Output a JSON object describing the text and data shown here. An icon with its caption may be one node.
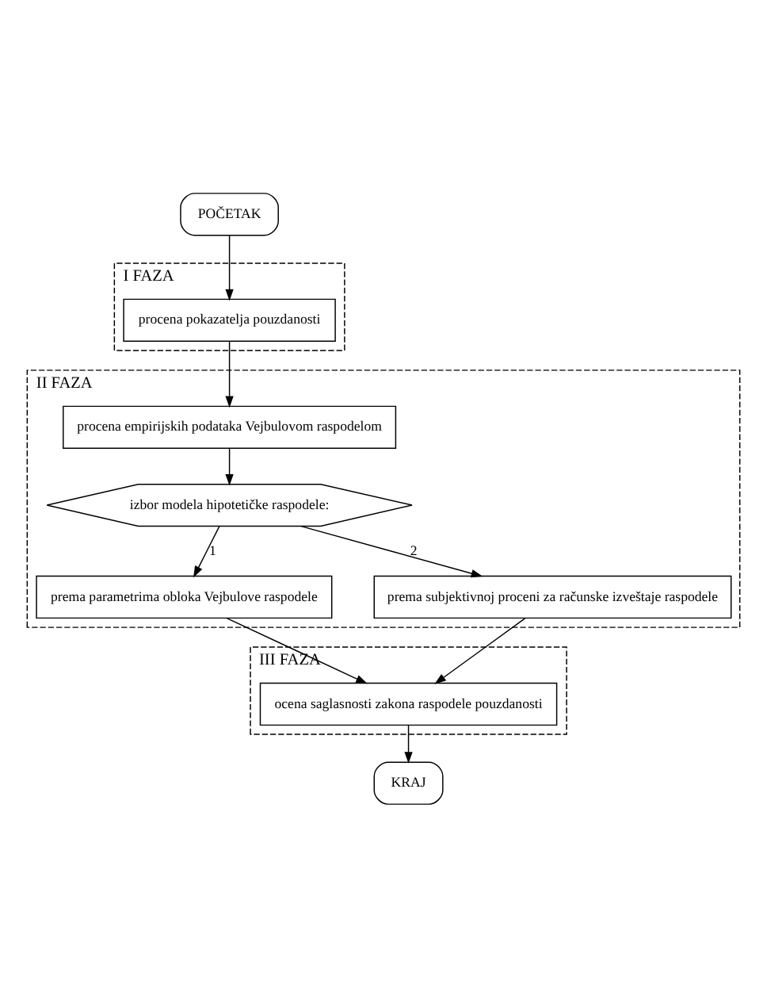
{
  "diagram": {
    "nodes": [
      {
        "text": [
          "POČETAK"
        ]
      },
      {
        "text": [
          "I FAZA"
        ]
      },
      {
        "text": [
          "procena pokazatelja pouzdanosti"
        ],
        "in": 1
      },
      {
        "text": [
          "II FAZA"
        ]
      },
      {
        "text": [
          "procena empirijskih podataka Vejbulovom raspodelom"
        ],
        "in": 3
      },
      {
        "text": [
          "izbor modela hipotetičke raspodele:"
        ],
        "in": 3
      },
      {
        "text": [
          "prema parametrima obloka Vejbulove raspodele"
        ],
        "in": 3
      },
      {
        "text": [
          "prema subjektivnoj proceni za računske izveštaje raspodele"
        ],
        "in": 3
      },
      {
        "text": [
          "III FAZA"
        ]
      },
      {
        "text": [
          "ocena saglasnosti zakona raspodele pouzdanosti"
        ],
        "in": 8
      },
      {
        "text": [
          "KRAJ"
        ]
      }
    ],
    "edges": [
      {
        "from": 0,
        "to": 2,
        "arrow": "to"
      },
      {
        "from": 2,
        "to": 4,
        "arrow": "to"
      },
      {
        "from": 4,
        "to": 5,
        "arrow": "to"
      },
      {
        "from": 5,
        "to": 6,
        "label": "1",
        "arrow": "to"
      },
      {
        "from": 5,
        "to": 7,
        "label": "2",
        "arrow": "to"
      },
      {
        "from": 6,
        "to": 9,
        "arrow": "to"
      },
      {
        "from": 7,
        "to": 9,
        "arrow": "to"
      },
      {
        "from": 9,
        "to": 10,
        "arrow": "to"
      }
    ]
  }
}
